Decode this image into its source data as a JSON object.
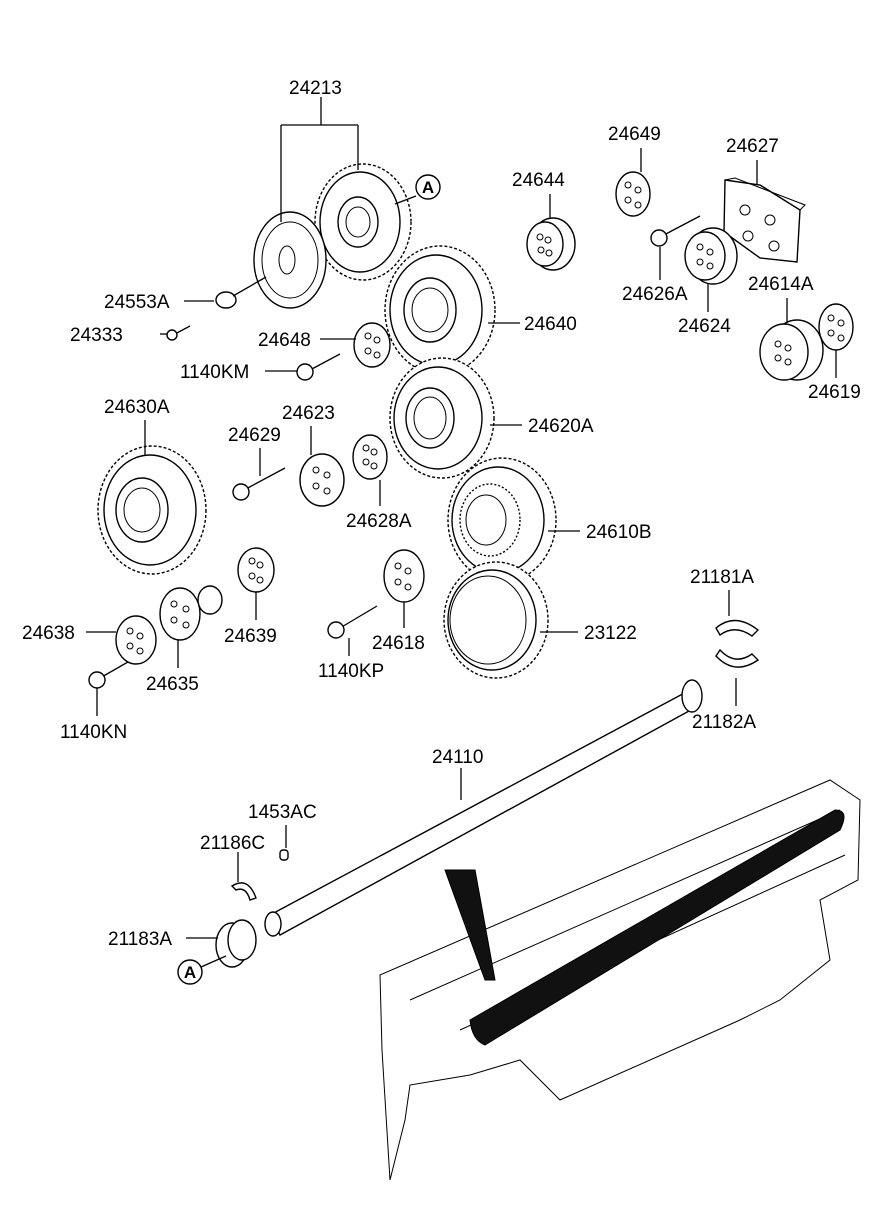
{
  "labels": {
    "p24213": "24213",
    "p24553A": "24553A",
    "p24333": "24333",
    "p24648": "24648",
    "p1140KM": "1140KM",
    "p24640": "24640",
    "p24644": "24644",
    "p24649": "24649",
    "p24627": "24627",
    "p24626A": "24626A",
    "p24624": "24624",
    "p24614A": "24614A",
    "p24619": "24619",
    "p24630A": "24630A",
    "p24629": "24629",
    "p24623": "24623",
    "p24628A": "24628A",
    "p24620A": "24620A",
    "p24610B": "24610B",
    "p24638": "24638",
    "p24635": "24635",
    "p24639": "24639",
    "p1140KP": "1140KP",
    "p24618": "24618",
    "p23122": "23122",
    "p1140KN": "1140KN",
    "p21181A": "21181A",
    "p21182A": "21182A",
    "p24110": "24110",
    "p1453AC": "1453AC",
    "p21186C": "21186C",
    "p21183A": "21183A"
  },
  "callouts": {
    "a_top": "A",
    "a_bottom": "A"
  }
}
